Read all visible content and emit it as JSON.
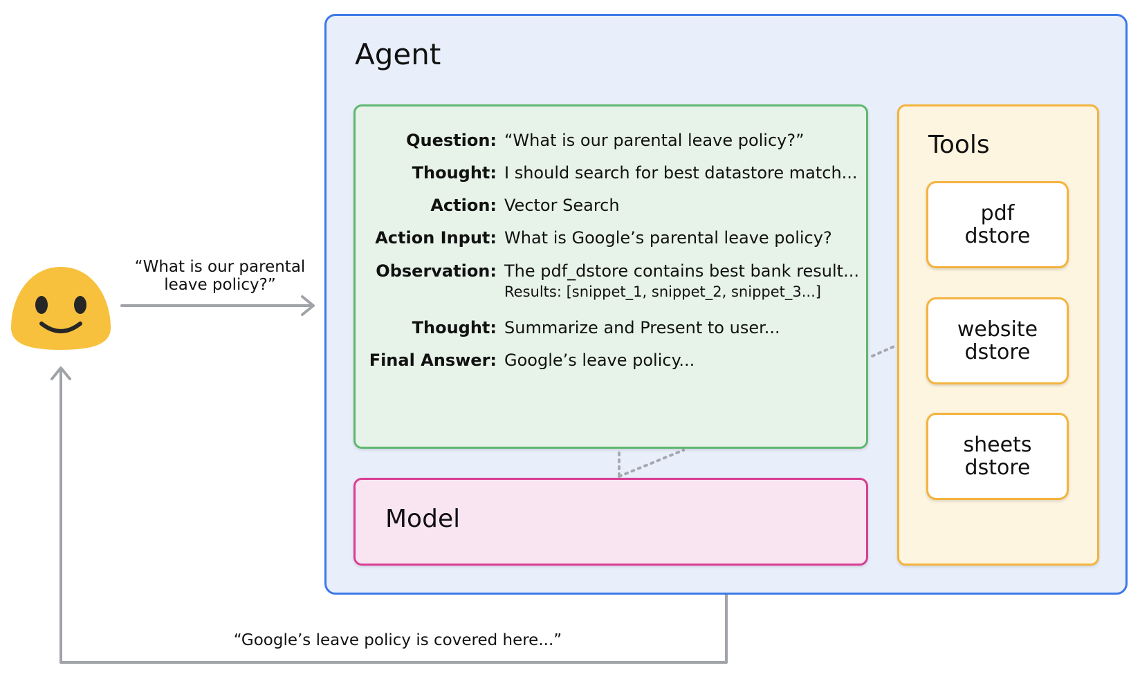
{
  "user": {
    "query_caption": "“What is our parental leave policy?”",
    "response_caption": "“Google’s leave policy is covered here...”"
  },
  "agent": {
    "title": "Agent",
    "reasoning": [
      {
        "label": "Question:",
        "value": "“What is our parental leave policy?”"
      },
      {
        "label": "Thought:",
        "value": "I should search for best datastore match..."
      },
      {
        "label": "Action:",
        "value": "Vector Search"
      },
      {
        "label": "Action Input:",
        "value": "What is Google’s parental leave policy?"
      },
      {
        "label": "Observation:",
        "value": "The pdf_dstore contains best bank result...",
        "detail": "Results: [snippet_1, snippet_2, snippet_3...]"
      },
      {
        "label": "Thought:",
        "value": "Summarize and Present to user..."
      },
      {
        "label": "Final Answer:",
        "value": "Google’s leave policy..."
      }
    ],
    "model": {
      "title": "Model"
    },
    "tools": {
      "title": "Tools",
      "items": [
        {
          "line1": "pdf",
          "line2": "dstore"
        },
        {
          "line1": "website",
          "line2": "dstore"
        },
        {
          "line1": "sheets",
          "line2": "dstore"
        }
      ]
    }
  },
  "colors": {
    "agent_border": "#3b78e7",
    "agent_fill": "#e8effb",
    "reasoning_border": "#5fb870",
    "reasoning_fill": "#e7f3e8",
    "model_border": "#d83e93",
    "model_fill": "#f8e5f1",
    "tools_border": "#f4b33d",
    "tools_fill": "#fdf5df",
    "face": "#f7c13e",
    "arrow": "#a0a3a8"
  }
}
